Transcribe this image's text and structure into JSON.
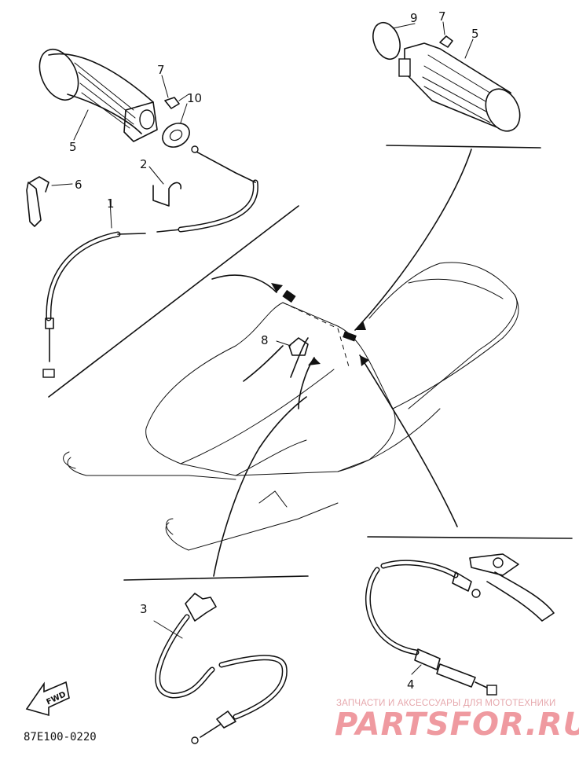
{
  "diagram": {
    "callouts": {
      "c1": "1",
      "c2": "2",
      "c3": "3",
      "c4": "4",
      "c5_left": "5",
      "c5_right": "5",
      "c6": "6",
      "c7_left": "7",
      "c7_right": "7",
      "c8": "8",
      "c9": "9",
      "c10": "10"
    },
    "fwd_label": "FWD",
    "drawing_code": "87E100-0220"
  },
  "watermark": {
    "tagline": "ЗАПЧАСТИ И АКСЕССУАРЫ ДЛЯ МОТОТЕХНИКИ",
    "brand": "PARTSFOR.RU"
  }
}
